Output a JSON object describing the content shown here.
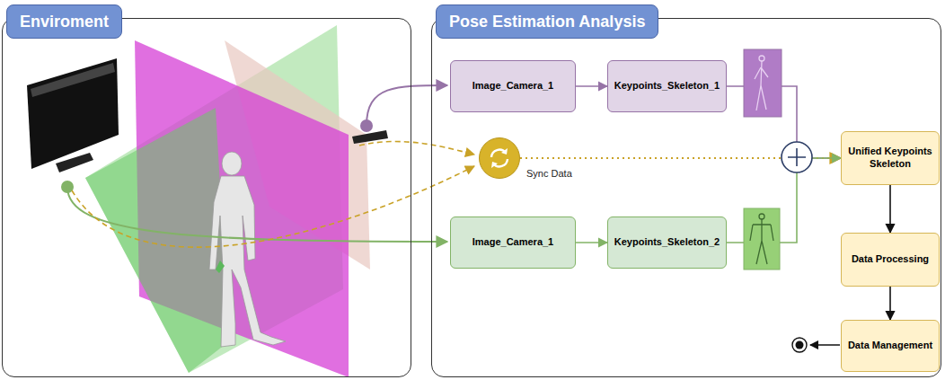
{
  "diagram": {
    "nodes": [
      {
        "text": [
          "Enviroment"
        ]
      },
      {
        "text": [
          "Pose Estimation Analysis"
        ]
      },
      {
        "text": [
          "Image_Camera_1"
        ],
        "in": 1
      },
      {
        "text": [
          "Keypoints_Skeleton_1"
        ],
        "in": 1
      },
      {
        "text": [
          "Sync Data"
        ],
        "in": 1
      },
      {
        "text": [
          "Image_Camera_1"
        ],
        "in": 1
      },
      {
        "text": [
          "Keypoints_Skeleton_2"
        ],
        "in": 1
      },
      {
        "text": [
          "Unified Keypoints Skeleton"
        ],
        "in": 1
      },
      {
        "text": [
          "Data Processing"
        ],
        "in": 1
      },
      {
        "text": [
          "Data Management"
        ],
        "in": 1
      }
    ],
    "edges": [
      {
        "from": 2,
        "to": 3,
        "arrow": "to"
      },
      {
        "from": 3,
        "to": 7,
        "arrow": "to"
      },
      {
        "from": 4,
        "to": 7,
        "arrow": "to"
      },
      {
        "from": 5,
        "to": 6,
        "arrow": "to"
      },
      {
        "from": 6,
        "to": 7,
        "arrow": "to"
      },
      {
        "from": 7,
        "to": 8,
        "arrow": "to"
      },
      {
        "from": 8,
        "to": 9,
        "arrow": "to"
      }
    ]
  }
}
